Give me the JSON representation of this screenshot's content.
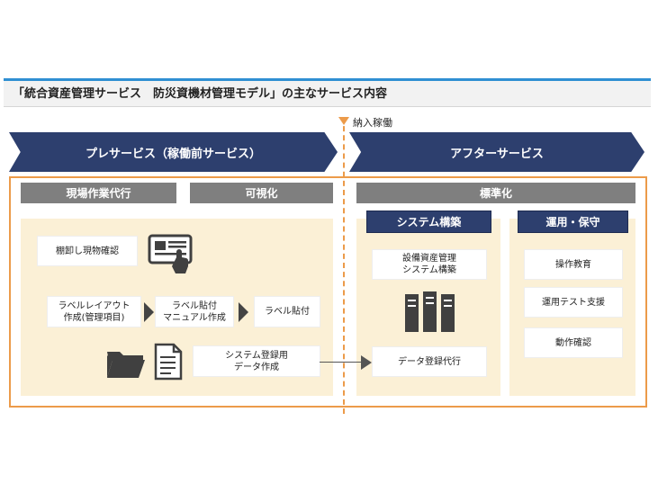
{
  "title": "「統合資産管理サービス　防災資機材管理モデル」の主なサービス内容",
  "delivery_label": "納入稼働",
  "pre_service": {
    "label": "プレサービス（稼働前サービス）",
    "headers": {
      "onsite": "現場作業代行",
      "visualize": "可視化"
    },
    "inventory_check": "棚卸し現物確認",
    "label_layout": [
      "ラベルレイアウト",
      "作成(管理項目)"
    ],
    "label_manual": [
      "ラベル貼付",
      "マニュアル作成"
    ],
    "label_apply": "ラベル貼付",
    "system_data": [
      "システム登録用",
      "データ作成"
    ]
  },
  "after_service": {
    "label": "アフターサービス",
    "header": "標準化",
    "system_build": {
      "header": "システム構築",
      "equipment_system": [
        "設備資産管理",
        "システム構築"
      ],
      "data_registration": "データ登録代行"
    },
    "operation": {
      "header": "運用・保守",
      "items": [
        "操作教育",
        "運用テスト支援",
        "動作確認"
      ]
    }
  },
  "icons": {
    "screen": "touch-screen-icon",
    "folder": "folder-icon",
    "document": "document-icon",
    "server": "server-icon"
  },
  "colors": {
    "navy": "#2d3f6e",
    "gray_header": "#7f7f7f",
    "panel": "#fbf0d6",
    "orange_frame": "#ec9b4a",
    "title_accent": "#2f8fd2"
  }
}
